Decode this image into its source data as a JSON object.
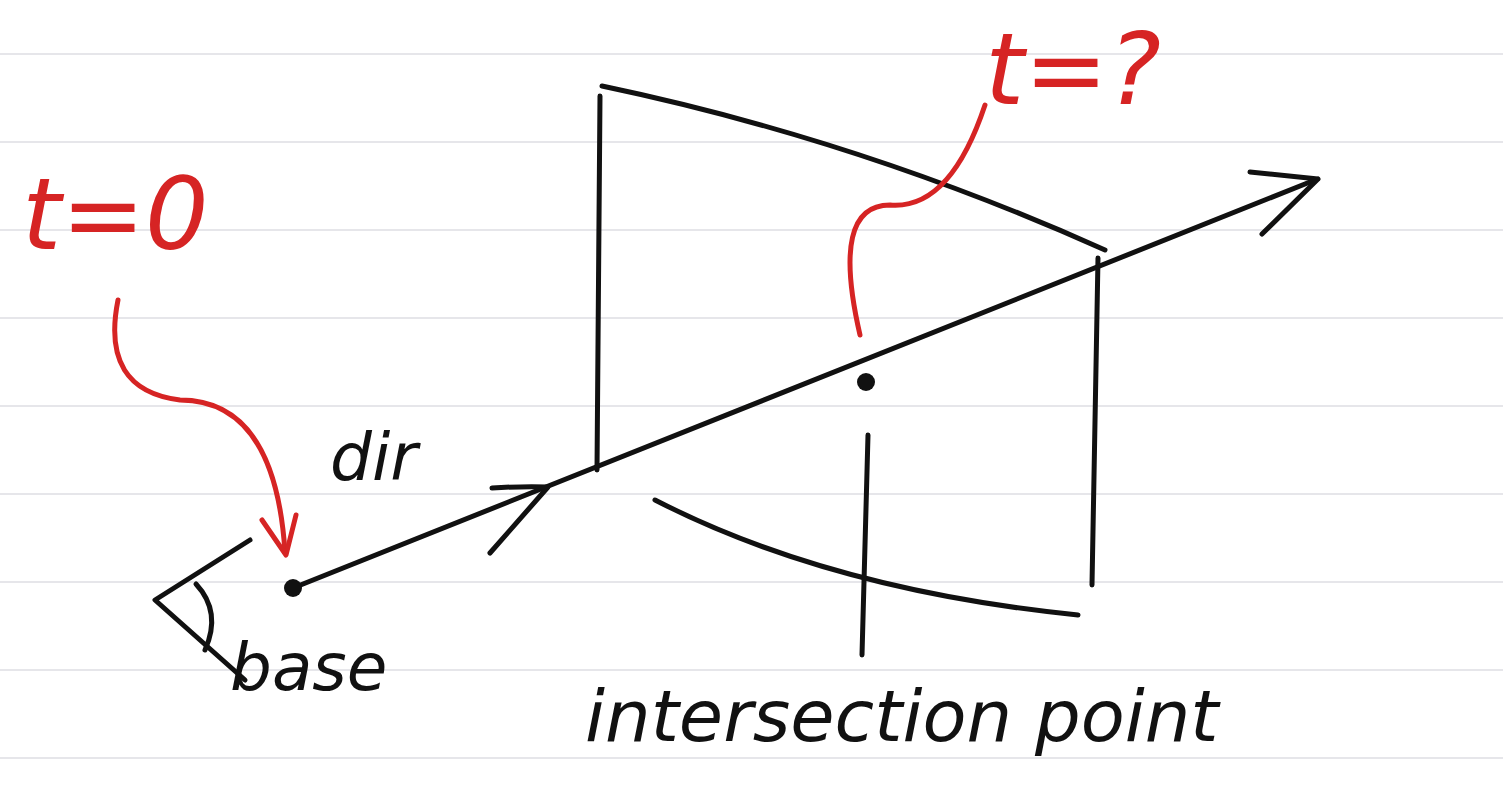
{
  "diagram": {
    "labels": [
      "t=0",
      "t=?",
      "dir",
      "base",
      "intersection point"
    ]
  }
}
